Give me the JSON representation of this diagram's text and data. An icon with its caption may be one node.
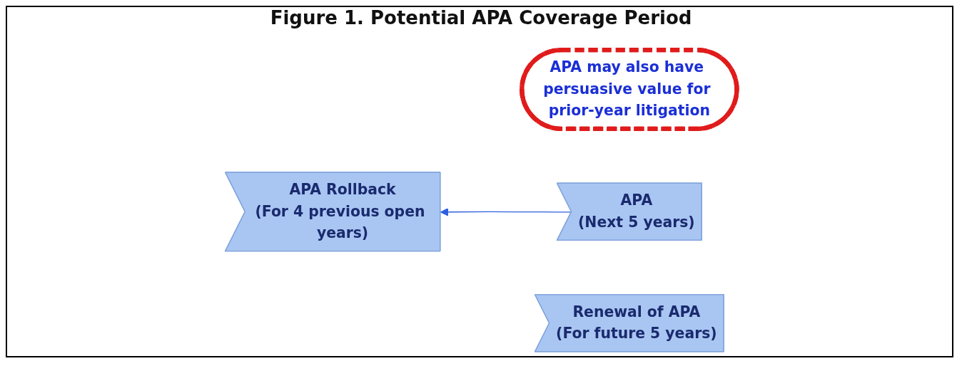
{
  "diagram": {
    "title": "Figure 1. Potential APA Coverage Period",
    "nodes": [
      {
        "text": [
          "APA may also have persuasive value for prior-year litigation"
        ]
      },
      {
        "text": [
          "APA Rollback",
          "(For 4 previous open years)"
        ]
      },
      {
        "text": [
          "APA",
          "(Next 5 years)"
        ]
      },
      {
        "text": [
          "Renewal of APA",
          "(For future 5 years)"
        ]
      }
    ],
    "edges": [
      {
        "from": 2,
        "to": 1,
        "arrow": "to",
        "color": "#2f5fe0"
      }
    ]
  }
}
